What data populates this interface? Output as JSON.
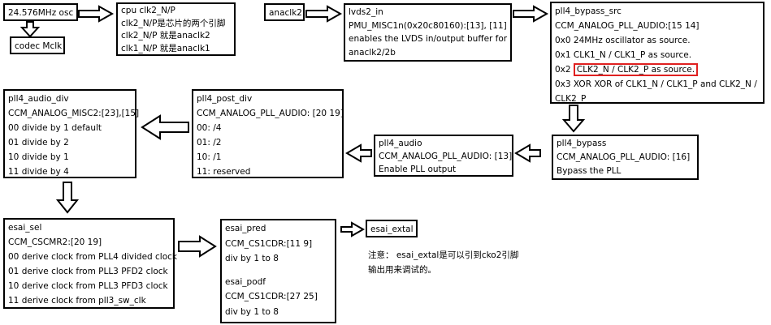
{
  "nodes": {
    "osc": [
      "24.576MHz osc"
    ],
    "codec": [
      "codec Mclk"
    ],
    "cpu": [
      "cpu clk2_N/P",
      "clk2_N/P是芯片的两个引脚",
      "clk2_N/P 就是anaclk2",
      "clk1_N/P 就是anaclk1"
    ],
    "anaclk2": [
      "anaclk2"
    ],
    "lvds": [
      "lvds2_in",
      "PMU_MISC1n(0x20c80160):[13], [11]",
      "enables the LVDS in/output buffer for",
      "anaclk2/2b"
    ],
    "bypass_src": {
      "title": "pll4_bypass_src",
      "reg": "CCM_ANALOG_PLL_AUDIO:[15 14]",
      "opt0": "0x0  24MHz oscillator as source.",
      "opt1": "0x1  CLK1_N / CLK1_P as source.",
      "opt2_prefix": "0x2",
      "opt2_text": "CLK2_N / CLK2_P as source.",
      "opt3a": "0x3 XOR  XOR of CLK1_N / CLK1_P and CLK2_N /",
      "opt3b": "CLK2_P"
    },
    "bypass": [
      "pll4_bypass",
      "CCM_ANALOG_PLL_AUDIO: [16]",
      "Bypass the PLL"
    ],
    "audio": [
      "pll4_audio",
      "CCM_ANALOG_PLL_AUDIO: [13]",
      "Enable PLL output"
    ],
    "post_div": [
      "pll4_post_div",
      "CCM_ANALOG_PLL_AUDIO: [20 19]",
      "00:     /4",
      "01:    /2",
      "10:    /1",
      "11:    reserved"
    ],
    "audio_div": [
      "pll4_audio_div",
      "CCM_ANALOG_MISC2:[23],[15]",
      "00 divide by 1 default",
      "01 divide by 2",
      "10 divide by 1",
      "11 divide by 4"
    ],
    "esai_sel": [
      "esai_sel",
      "CCM_CSCMR2:[20 19]",
      "00 derive clock from PLL4 divided clock",
      "01 derive clock from PLL3 PFD2 clock",
      "10 derive clock from PLL3 PFD3 clock",
      "11 derive clock from pll3_sw_clk"
    ],
    "esai_pred": [
      "esai_pred",
      "CCM_CS1CDR:[11 9]",
      "div by 1 to 8"
    ],
    "esai_podf": [
      "esai_podf",
      "CCM_CS1CDR:[27 25]",
      "div by 1 to 8"
    ],
    "esai_extal": [
      "esai_extal"
    ]
  },
  "note": [
    "注意：  esai_extal是可以引到cko2引脚",
    "输出用来调试的。"
  ]
}
